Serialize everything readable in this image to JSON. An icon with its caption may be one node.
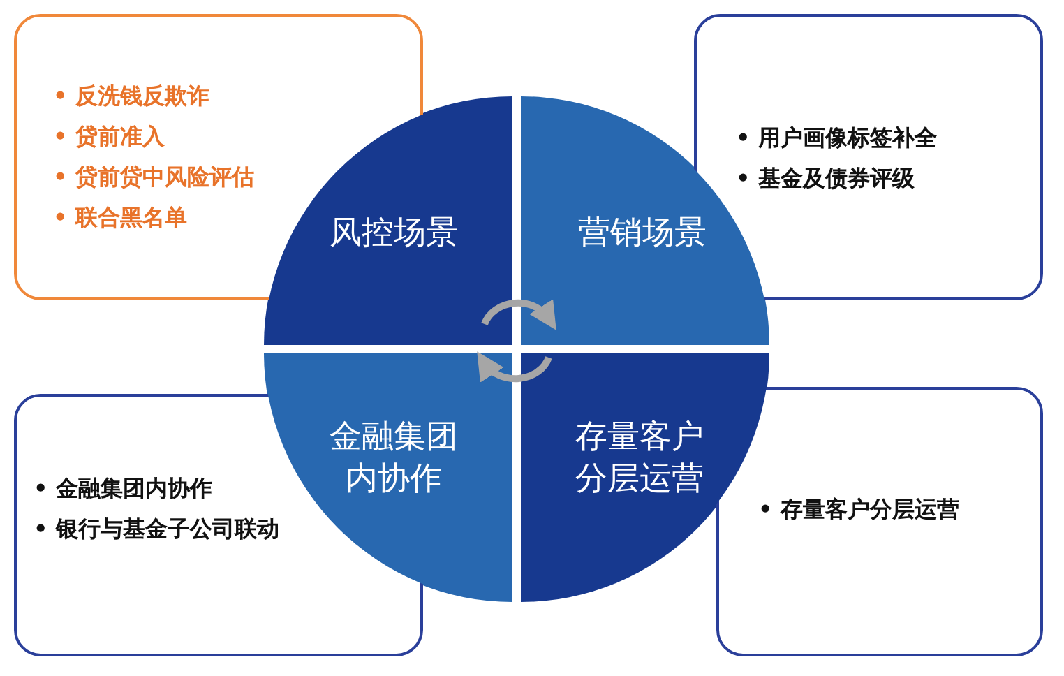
{
  "diagram": {
    "nodes": [
      {
        "text": [
          "• 反洗钱反欺诈",
          "• 贷前准入",
          "• 贷前贷中风险评估",
          "• 联合黑名单"
        ]
      },
      {
        "text": [
          "风控场景"
        ]
      },
      {
        "text": [
          "营销场景"
        ]
      },
      {
        "text": [
          "• 用户画像标签补全",
          "• 基金及债券评级"
        ]
      },
      {
        "text": [
          "• 金融集团内协作",
          "• 银行与基金子公司联动"
        ]
      },
      {
        "text": [
          "金融集团内协作"
        ]
      },
      {
        "text": [
          "存量客户分层运营"
        ]
      },
      {
        "text": [
          "• 存量客户分层运营"
        ]
      }
    ],
    "edges": [
      {
        "from": 1,
        "to": 2,
        "arrow": "to"
      },
      {
        "from": 6,
        "to": 5,
        "arrow": "to"
      }
    ]
  }
}
